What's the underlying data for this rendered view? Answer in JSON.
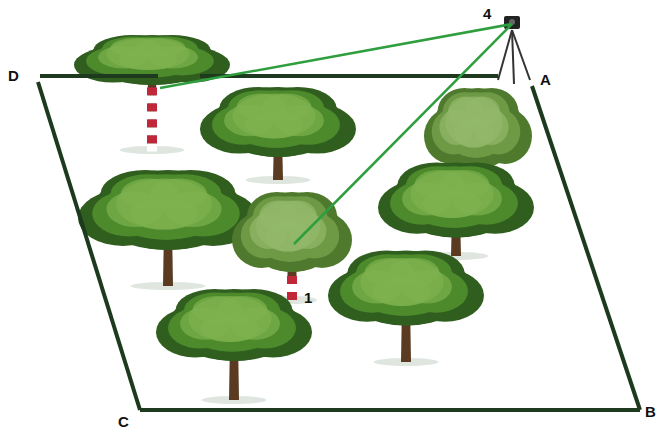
{
  "diagram": {
    "labels": [
      "4",
      "D",
      "A",
      "1",
      "C",
      "B"
    ]
  }
}
